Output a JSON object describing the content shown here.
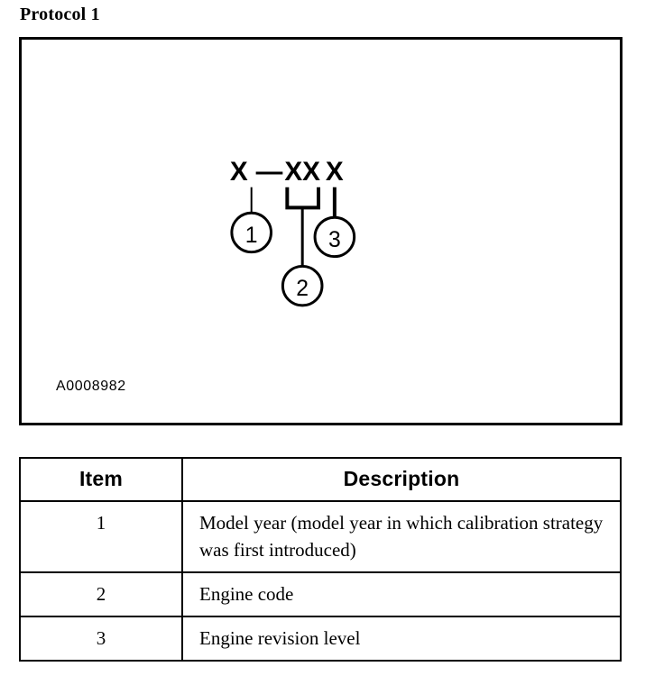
{
  "page": {
    "title": "Protocol 1"
  },
  "figure": {
    "code_label": "A0008982",
    "callout_text": "X —XX X",
    "callout_parts": {
      "first": "X",
      "dash": "—",
      "middle": "XX",
      "last": "X"
    },
    "callouts": [
      {
        "number": "1",
        "target": "first-character"
      },
      {
        "number": "2",
        "target": "middle-characters"
      },
      {
        "number": "3",
        "target": "last-character"
      }
    ],
    "colors": {
      "line": "#000000",
      "background": "#ffffff"
    }
  },
  "table": {
    "headers": [
      "Item",
      "Description"
    ],
    "rows": [
      {
        "item": "1",
        "description": "Model year (model year in which calibration strategy was first introduced)"
      },
      {
        "item": "2",
        "description": "Engine code"
      },
      {
        "item": "3",
        "description": "Engine revision level"
      }
    ]
  }
}
